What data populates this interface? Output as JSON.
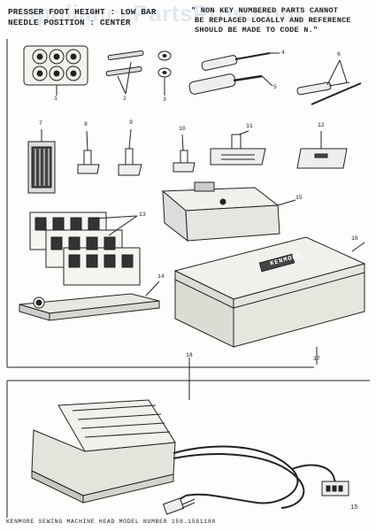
{
  "watermark": "appliancePartsPros.com",
  "header_left": [
    "PRESSER FOOT HEIGHT : LOW BAR",
    "NEEDLE POSITION : CENTER"
  ],
  "header_right": [
    "\" NON KEY NUMBERED PARTS CANNOT",
    "BE REPLACED LOCALLY AND REFERENCE",
    "SHOULD BE MADE TO CODE N.\""
  ],
  "callouts": [
    "1",
    "2",
    "3",
    "4",
    "5",
    "6",
    "7",
    "8",
    "9",
    "10",
    "11",
    "12",
    "13",
    "14",
    "15",
    "16",
    "17",
    "18"
  ],
  "case_label": "KENMORE",
  "footer": {
    "caption": "KENMORE SEWING MACHINE HEAD MODEL NUMBER 158.1581180",
    "page": "15"
  }
}
